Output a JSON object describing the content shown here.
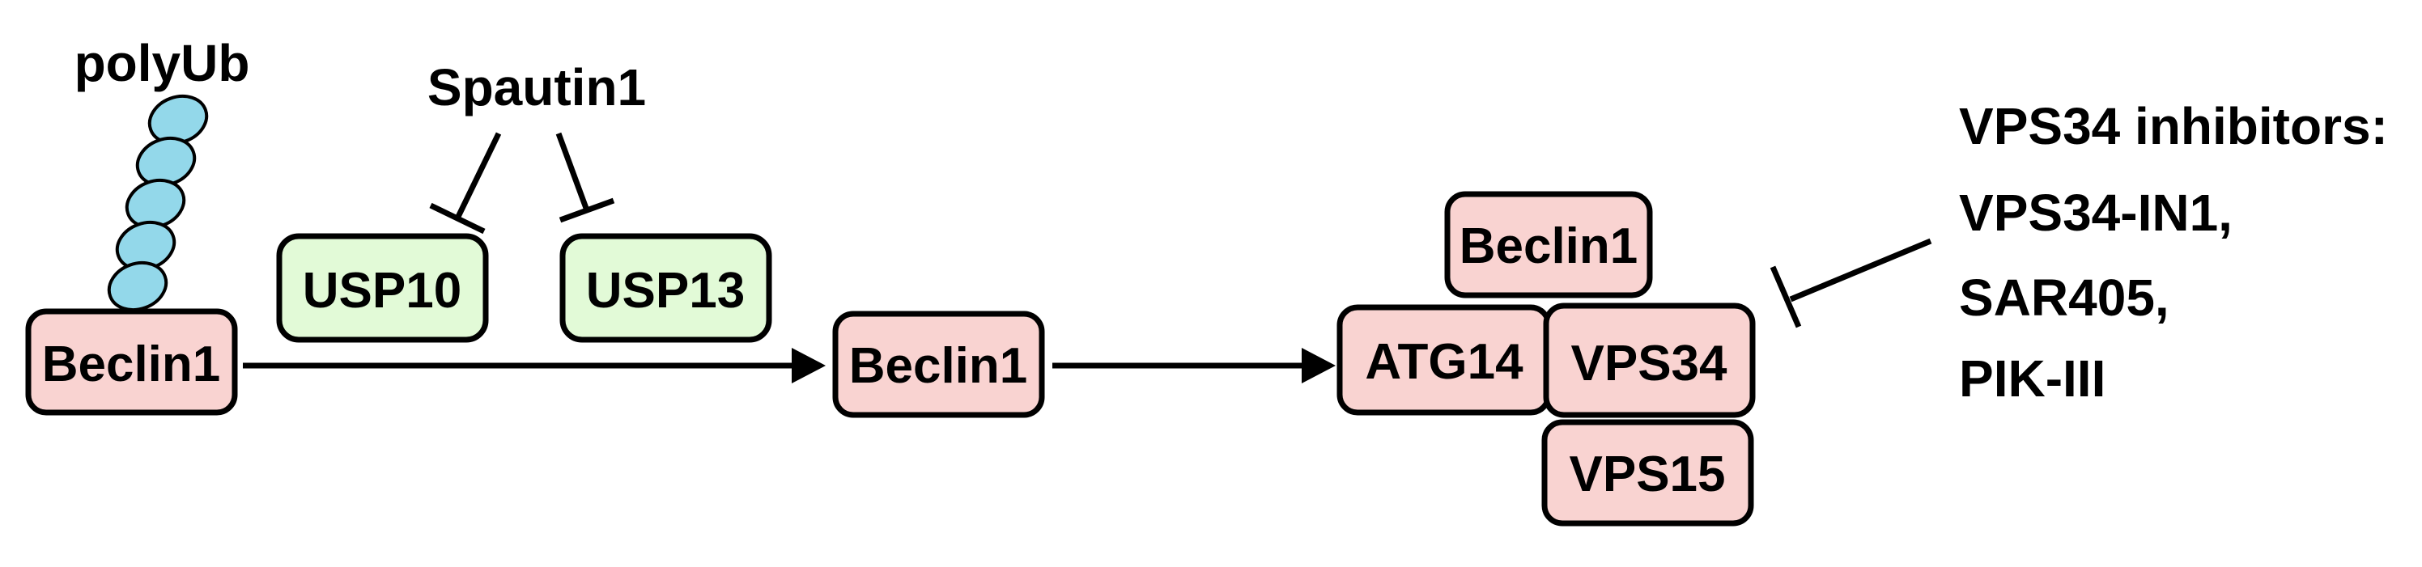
{
  "labels": {
    "polyub": "polyUb",
    "spautin1": "Spautin1",
    "inhibitors_title": "VPS34 inhibitors:",
    "inhibitor_1": "VPS34-IN1,",
    "inhibitor_2": "SAR405,",
    "inhibitor_3": "PIK-III"
  },
  "nodes": {
    "beclin1_ub": "Beclin1",
    "usp10": "USP10",
    "usp13": "USP13",
    "beclin1_free": "Beclin1",
    "beclin1_complex": "Beclin1",
    "atg14": "ATG14",
    "vps34": "VPS34",
    "vps15": "VPS15"
  },
  "colors": {
    "pink_node": "#f9d3d1",
    "green_node": "#e2fad7",
    "ubiquitin_bead": "#93d8ea",
    "stroke": "#000000"
  }
}
